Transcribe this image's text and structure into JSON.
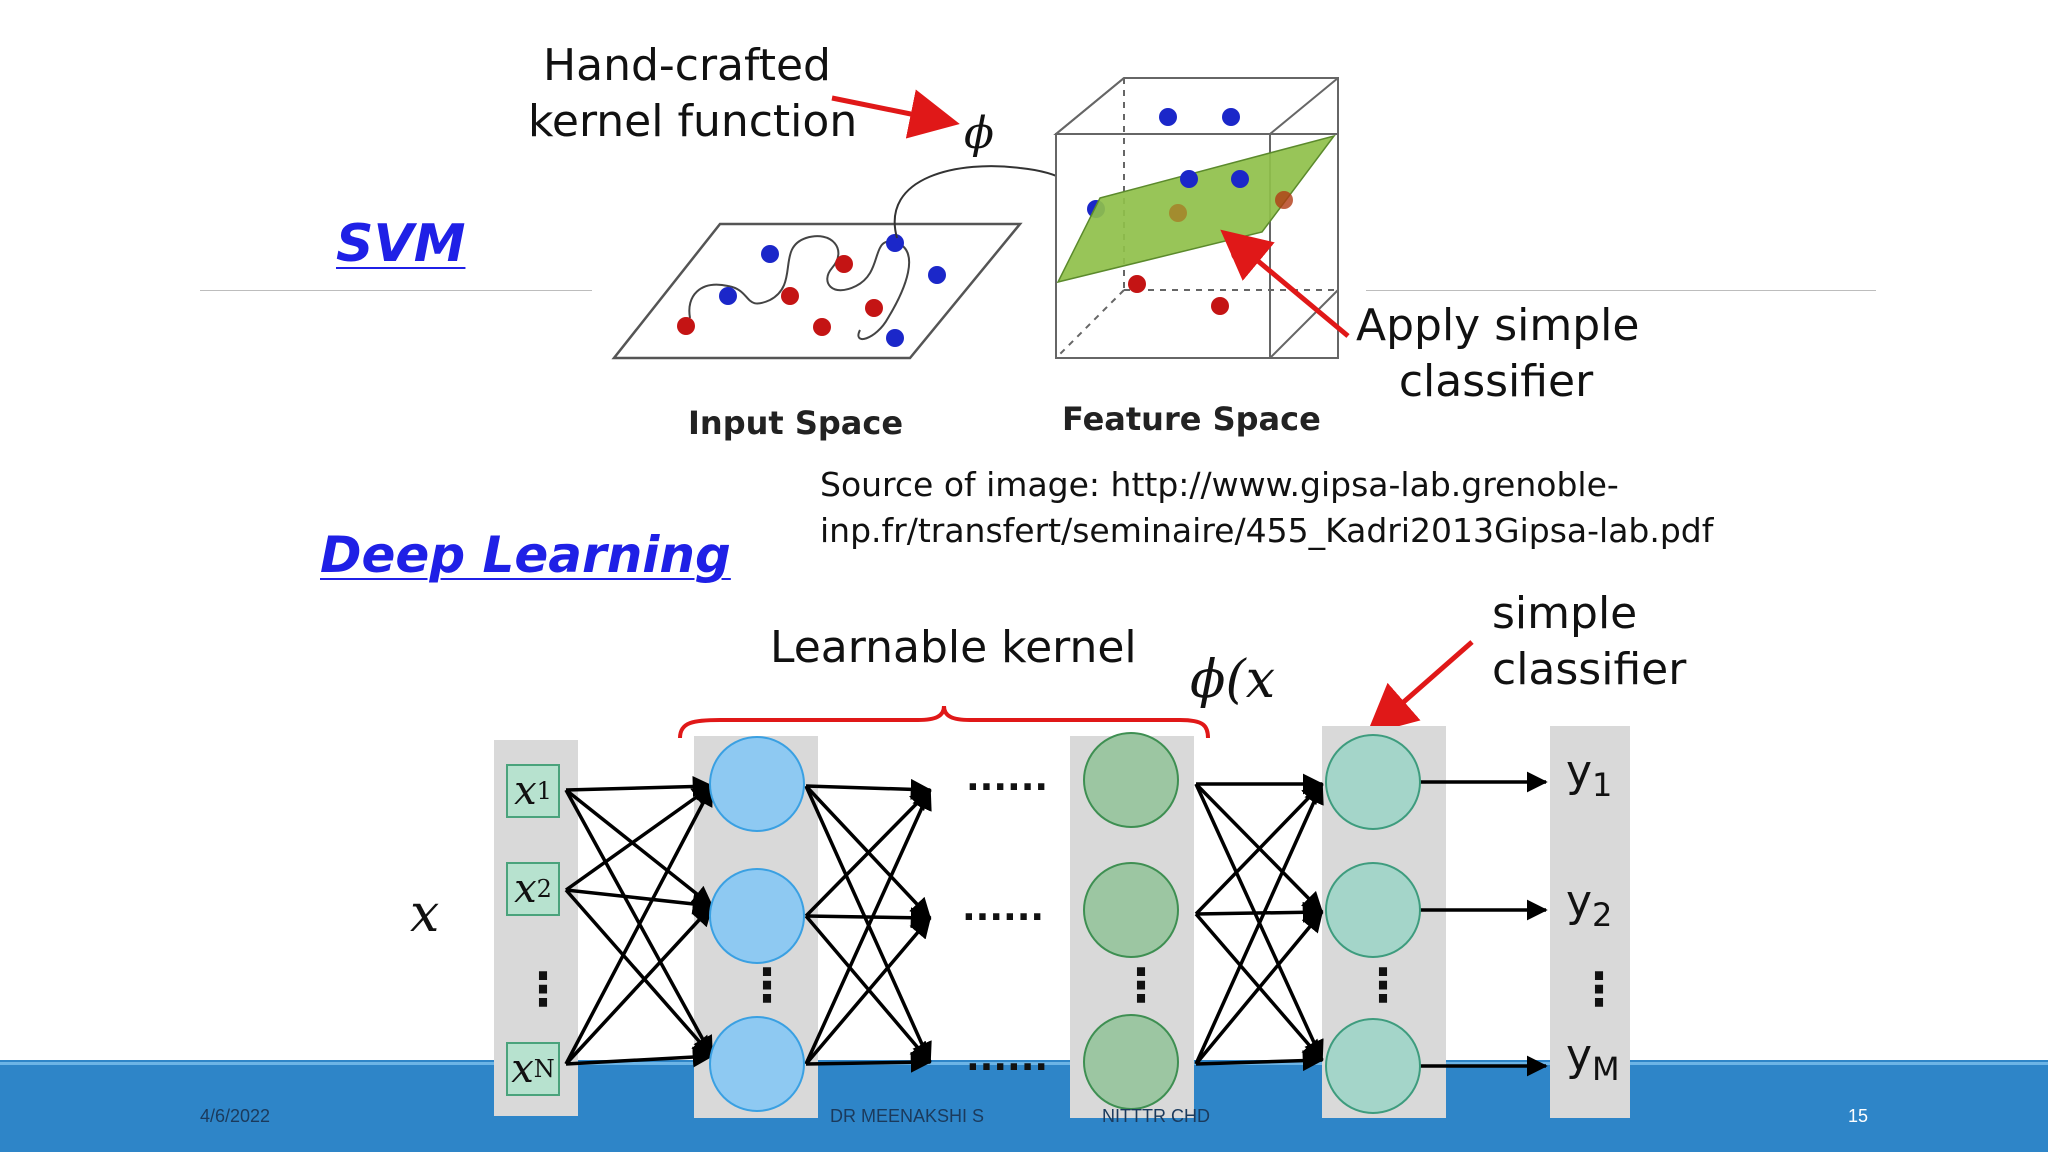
{
  "svm": {
    "title": "SVM",
    "callout_kernel": [
      "Hand-crafted",
      "kernel function"
    ],
    "phi_symbol": "ϕ",
    "input_space_label": "Input Space",
    "feature_space_label": "Feature Space",
    "callout_classifier": [
      "Apply simple",
      "classifier"
    ],
    "source_text": [
      "Source of image: http://www.gipsa-lab.grenoble-",
      "inp.fr/transfert/seminaire/455_Kadri2013Gipsa-lab.pdf"
    ]
  },
  "deep_learning": {
    "title": "Deep Learning",
    "learnable_kernel_label": "Learnable kernel",
    "phi_x_label": "ϕ(x",
    "simple_classifier_label": [
      "simple",
      "classifier"
    ],
    "input_symbol": "x",
    "inputs": [
      {
        "letter": "x",
        "subscript": "1"
      },
      {
        "letter": "x",
        "subscript": "2"
      },
      {
        "letter": "x",
        "subscript": "N"
      }
    ],
    "outputs": [
      {
        "letter": "y",
        "subscript": "1"
      },
      {
        "letter": "y",
        "subscript": "2"
      },
      {
        "letter": "y",
        "subscript": "M"
      }
    ],
    "hidden_ellipsis": "......",
    "vertical_ellipsis": "⋮"
  },
  "footer": {
    "date": "4/6/2022",
    "author": "DR MEENAKSHI S",
    "institute": "NITTTR CHD",
    "page_number": "15"
  },
  "colors": {
    "title_blue": "#1f20e6",
    "arrow_red": "#e01818",
    "blue_point": "#1b27c9",
    "red_point": "#c41414",
    "hyperplane_green": "#8fc04a",
    "hidden_neuron_blue": "#8ec9f2",
    "hidden_neuron_green": "#9cc6a2",
    "classifier_neuron": "#a4d5c9",
    "footer_blue": "#2e85c8"
  }
}
